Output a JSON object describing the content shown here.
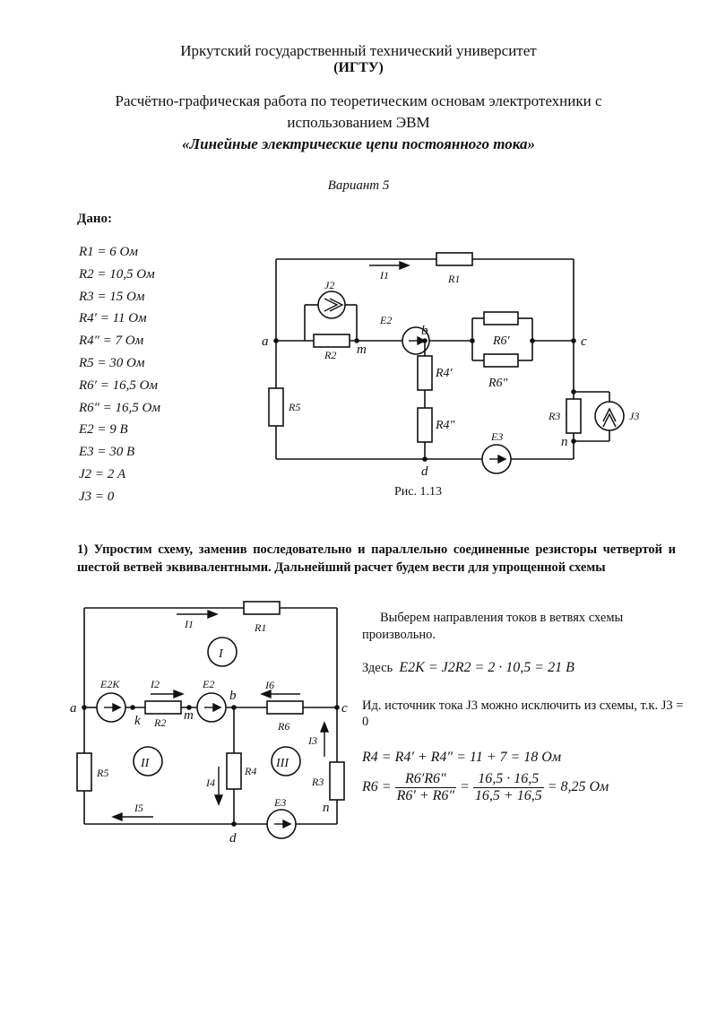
{
  "header": {
    "university": "Иркутский государственный технический университет",
    "abbr": "(ИГТУ)",
    "work_line1": "Расчётно-графическая работа по теоретическим основам электротехники с",
    "work_line2": "использованием ЭВМ",
    "topic": "«Линейные электрические цепи постоянного тока»",
    "variant": "Вариант 5"
  },
  "given": {
    "title": "Дано:",
    "items": [
      "R1 = 6  Ом",
      "R2 = 10,5  Ом",
      "R3 = 15  Ом",
      "R4′ = 11  Ом",
      "R4″ = 7  Ом",
      "R5 = 30  Ом",
      "R6′ = 16,5  Ом",
      "R6″ = 16,5  Ом",
      "E2 = 9  В",
      "E3 = 30  В",
      "J2 = 2  А",
      "J3 = 0"
    ]
  },
  "figure1": {
    "caption": "Рис. 1.13",
    "labels": {
      "a": "a",
      "b": "b",
      "c": "c",
      "d": "d",
      "m": "m",
      "n": "n",
      "I1": "I1",
      "R1": "R1",
      "R2": "R2",
      "R3": "R3",
      "R5": "R5",
      "J2": "J2",
      "J3": "J3",
      "E2": "E2",
      "E3": "E3",
      "R4a": "R4′",
      "R4b": "R4″",
      "R6a": "R6′",
      "R6b": "R6″"
    }
  },
  "step1": {
    "text": "1) Упростим схему, заменив последовательно и параллельно соединенные резисторы четвертой и шестой ветвей эквивалентными. Дальнейший расчет будем вести для упрощенной схемы"
  },
  "figure2": {
    "labels": {
      "a": "a",
      "b": "b",
      "c": "c",
      "d": "d",
      "k": "k",
      "m": "m",
      "n": "n",
      "I1": "I1",
      "I2": "I2",
      "I3": "I3",
      "I4": "I4",
      "I5": "I5",
      "I6": "I6",
      "R1": "R1",
      "R2": "R2",
      "R3": "R3",
      "R4": "R4",
      "R5": "R5",
      "R6": "R6",
      "E2K": "E2K",
      "E2": "E2",
      "E3": "E3",
      "loop1": "I",
      "loop2": "II",
      "loop3": "III"
    }
  },
  "right": {
    "p1": "Выберем направления токов в ветвях схемы произвольно.",
    "p2_prefix": "Здесь",
    "p2_formula": "E2K = J2R2 = 2 · 10,5 = 21  В",
    "p3": "Ид. источник тока J3  можно исключить из схемы, т.к. J3 = 0",
    "f1": "R4 = R4′ + R4″ = 11 + 7 = 18  Ом",
    "f2_lhs": "R6 =",
    "f2_num1": "R6′R6″",
    "f2_den1": "R6′ + R6″",
    "f2_eq": "=",
    "f2_num2": "16,5 · 16,5",
    "f2_den2": "16,5 + 16,5",
    "f2_rhs": "= 8,25  Ом"
  }
}
